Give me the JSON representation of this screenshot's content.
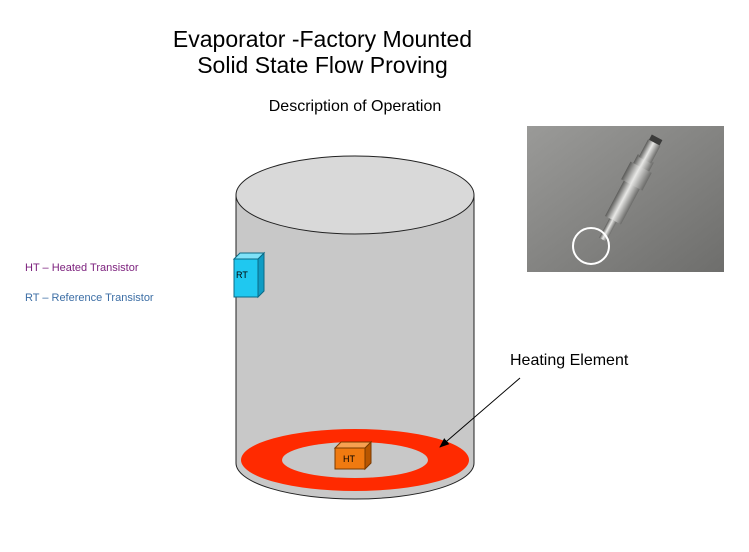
{
  "title_line1": "Evaporator -Factory Mounted",
  "title_line2": "Solid State Flow Proving",
  "subtitle": "Description of Operation",
  "legend": {
    "ht": {
      "text": "HT – Heated Transistor",
      "color": "#7b1f7c"
    },
    "rt": {
      "text": "RT – Reference Transistor",
      "color": "#3c6ea5"
    }
  },
  "labels": {
    "rt_box": "RT",
    "ht_box": "HT",
    "heating_element": "Heating Element"
  },
  "colors": {
    "cylinder": "#c8c8c8",
    "ring": "#ff2a00",
    "rt": "#1fc8f0",
    "ht": "#f07a10"
  },
  "photo": {
    "icon": "flow-sensor-photo"
  }
}
